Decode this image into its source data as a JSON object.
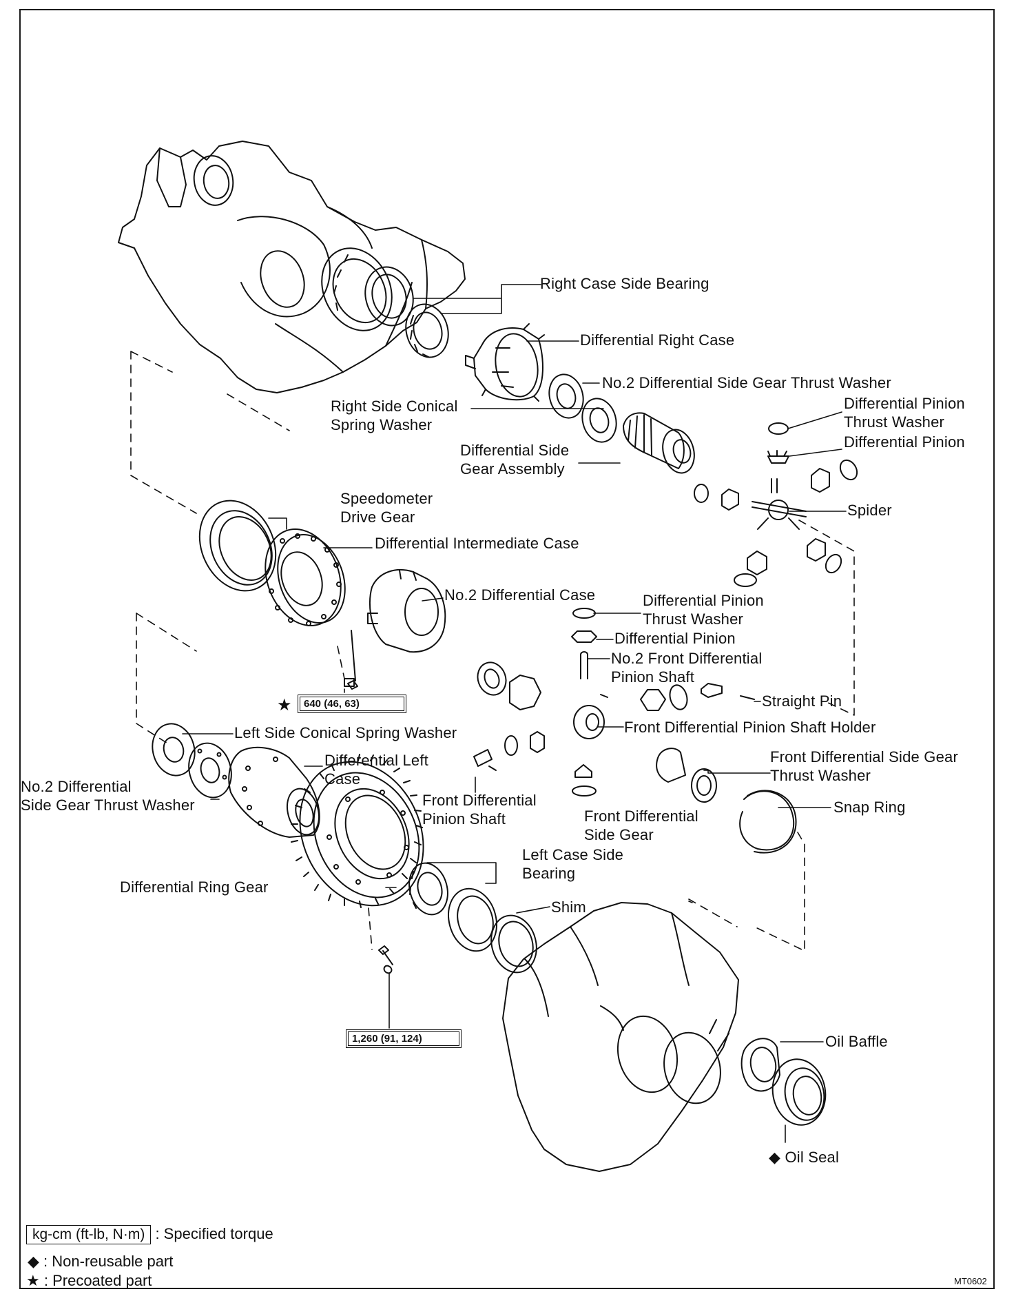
{
  "labels": {
    "right_case_side_bearing": "Right Case Side Bearing",
    "differential_right_case": "Differential Right Case",
    "no2_side_gear_thrust_washer_top": "No.2 Differential Side Gear Thrust Washer",
    "right_side_conical_spring_washer": [
      "Right Side Conical",
      "Spring Washer"
    ],
    "differential_pinion_thrust_washer_top": [
      "Differential Pinion",
      "Thrust Washer"
    ],
    "differential_pinion_top": "Differential Pinion",
    "differential_side_gear_assembly": [
      "Differential Side",
      "Gear Assembly"
    ],
    "spider": "Spider",
    "speedometer_drive_gear": [
      "Speedometer",
      "Drive Gear"
    ],
    "differential_intermediate_case": "Differential Intermediate Case",
    "no2_differential_case": "No.2 Differential Case",
    "differential_pinion_thrust_washer_mid": [
      "Differential Pinion",
      "Thrust Washer"
    ],
    "differential_pinion_mid": "Differential Pinion",
    "no2_front_differential_pinion_shaft": [
      "No.2 Front Differential",
      "Pinion Shaft"
    ],
    "straight_pin": "Straight Pin",
    "front_differential_pinion_shaft_holder": "Front Differential Pinion Shaft Holder",
    "left_side_conical_spring_washer": "Left Side Conical Spring Washer",
    "differential_left_case": [
      "Differential Left",
      "Case"
    ],
    "no2_side_gear_thrust_washer_left": [
      "No.2 Differential",
      "Side Gear Thrust Washer"
    ],
    "front_differential_pinion_shaft": [
      "Front Differential",
      "Pinion Shaft"
    ],
    "front_differential_side_gear": [
      "Front Differential",
      "Side Gear"
    ],
    "front_differential_side_gear_thrust_washer": [
      "Front Differential Side Gear",
      "Thrust Washer"
    ],
    "snap_ring": "Snap Ring",
    "left_case_side_bearing": [
      "Left Case Side",
      "Bearing"
    ],
    "differential_ring_gear": "Differential Ring Gear",
    "shim": "Shim",
    "oil_baffle": "Oil Baffle",
    "oil_seal": "Oil Seal"
  },
  "torques": {
    "intermediate_case_bolt": "640 (46, 63)",
    "ring_gear_bolt": "1,260 (91, 124)"
  },
  "markers": {
    "precoated": "★",
    "non_reusable": "◆"
  },
  "legend": {
    "torque_box": "kg-cm (ft-lb, N·m)",
    "torque_desc": ":  Specified torque",
    "non_reusable_symbol": "◆",
    "non_reusable_desc": ":  Non-reusable part",
    "precoated_symbol": "★",
    "precoated_desc": ":  Precoated part"
  },
  "figure_code": "MT0602"
}
